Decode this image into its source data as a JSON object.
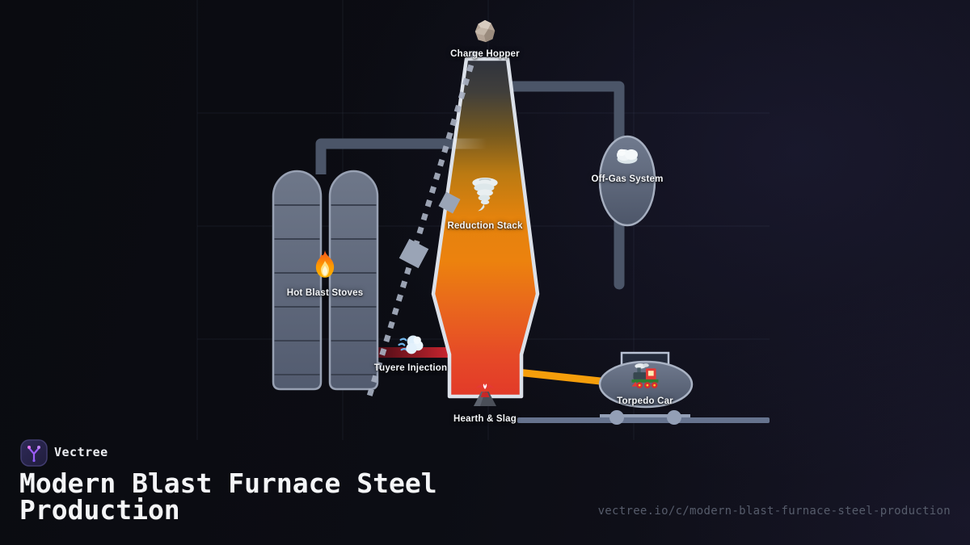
{
  "brand": {
    "name": "Vectree",
    "logo_icon": "vectree-branch-icon"
  },
  "page": {
    "title": "Modern Blast Furnace Steel Production",
    "url": "vectree.io/c/modern-blast-furnace-steel-production"
  },
  "diagram": {
    "nodes": [
      {
        "id": "charge-hopper",
        "label": "Charge Hopper",
        "icon": "rock-icon"
      },
      {
        "id": "reduction-stack",
        "label": "Reduction Stack",
        "icon": "tornado-icon"
      },
      {
        "id": "hot-blast-stoves",
        "label": "Hot Blast Stoves",
        "icon": "fire-icon"
      },
      {
        "id": "off-gas-system",
        "label": "Off-Gas System",
        "icon": "cloud-icon"
      },
      {
        "id": "tuyere-injection",
        "label": "Tuyere Injection",
        "icon": "dash-icon"
      },
      {
        "id": "hearth-slag",
        "label": "Hearth & Slag",
        "icon": "volcano-icon"
      },
      {
        "id": "torpedo-car",
        "label": "Torpedo Car",
        "icon": "locomotive-icon"
      }
    ],
    "colors": {
      "background": "#0c0d14",
      "steel_vessel": "#5f687b",
      "vessel_outline": "#98a1b3",
      "gas_pipe": "#4b5568",
      "hot_blast_pipe": "#cf2630",
      "molten_metal_pipe": "#f59e0b",
      "furnace_top": "#2f333d",
      "furnace_mid": "#ec830e",
      "furnace_bottom": "#e23a29",
      "furnace_outline": "#dce1e9",
      "rail": "#66738e",
      "skip_hoist_dash": "#a7afc0",
      "label_text": "#f4f6f9",
      "brand_purple": "#a855f7",
      "url_text": "#565c6b"
    }
  }
}
